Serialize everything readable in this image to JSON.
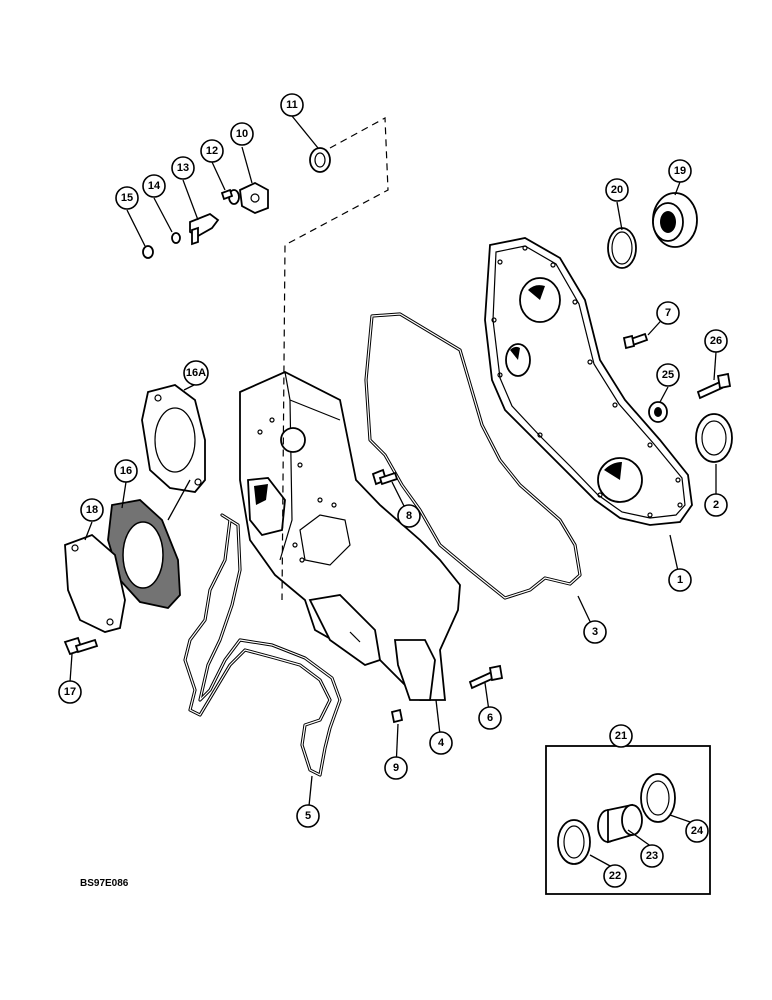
{
  "drawing_code": "BS97E086",
  "kit_label": "21",
  "callouts": [
    {
      "id": "c1",
      "label": "1"
    },
    {
      "id": "c2",
      "label": "2"
    },
    {
      "id": "c3",
      "label": "3"
    },
    {
      "id": "c4",
      "label": "4"
    },
    {
      "id": "c5",
      "label": "5"
    },
    {
      "id": "c6",
      "label": "6"
    },
    {
      "id": "c7",
      "label": "7"
    },
    {
      "id": "c8",
      "label": "8"
    },
    {
      "id": "c9",
      "label": "9"
    },
    {
      "id": "c10",
      "label": "10"
    },
    {
      "id": "c11",
      "label": "11"
    },
    {
      "id": "c12",
      "label": "12"
    },
    {
      "id": "c13",
      "label": "13"
    },
    {
      "id": "c14",
      "label": "14"
    },
    {
      "id": "c15",
      "label": "15"
    },
    {
      "id": "c16",
      "label": "16"
    },
    {
      "id": "c16A",
      "label": "16A"
    },
    {
      "id": "c17",
      "label": "17"
    },
    {
      "id": "c18",
      "label": "18"
    },
    {
      "id": "c19",
      "label": "19"
    },
    {
      "id": "c20",
      "label": "20"
    },
    {
      "id": "c22",
      "label": "22"
    },
    {
      "id": "c23",
      "label": "23"
    },
    {
      "id": "c24",
      "label": "24"
    },
    {
      "id": "c25",
      "label": "25"
    },
    {
      "id": "c26",
      "label": "26"
    }
  ]
}
